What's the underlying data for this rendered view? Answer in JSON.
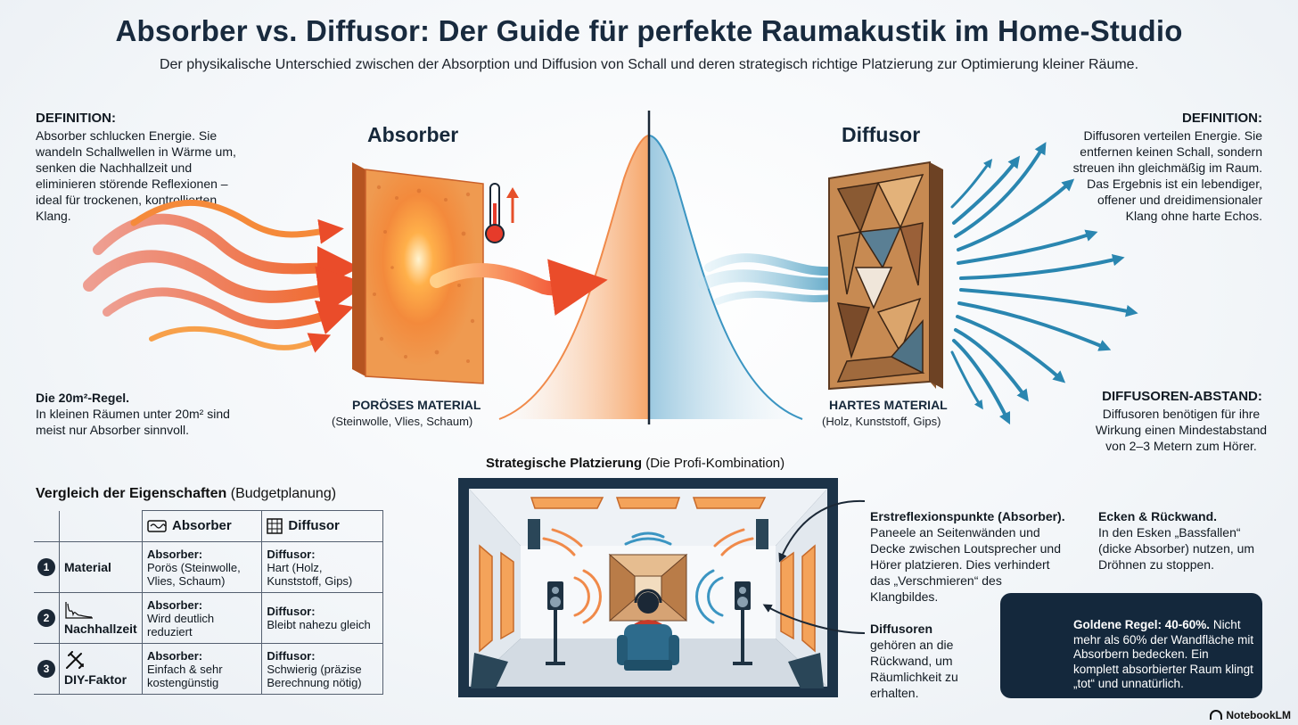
{
  "title": "Absorber vs. Diffusor: Der Guide für perfekte Raumakustik im Home-Studio",
  "subtitle": "Der physikalische Unterschied zwischen der Absorption und Diffusion von Schall und deren strategisch richtige Platzierung zur Optimierung kleiner Räume.",
  "colors": {
    "absorber_accent": "#f05a28",
    "diffusor_accent": "#2a86b0",
    "navy": "#14283c"
  },
  "absorber": {
    "heading": "Absorber",
    "definition_title": "DEFINITION:",
    "definition_text": "Absorber schlucken Energie. Sie wandeln Schallwellen in Wärme um, senken die Nachhallzeit und eliminieren störende Reflexionen – ideal für trockenen, kontrollierten Klang.",
    "material_title": "PORÖSES MATERIAL",
    "material_sub": "(Steinwolle, Vlies, Schaum)",
    "rule_title": "Die 20m²-Regel.",
    "rule_text": "In kleinen Räumen unter 20m² sind meist nur Absorber sinnvoll.",
    "icon": "thermometer-icon"
  },
  "diffusor": {
    "heading": "Diffusor",
    "definition_title": "DEFINITION:",
    "definition_text": "Diffusoren verteilen Energie. Sie entfernen keinen Schall, sondern streuen ihn gleichmäßig im Raum. Das Ergebnis ist ein lebendiger, offener und dreidimensionaler Klang ohne harte Echos.",
    "material_title": "HARTES MATERIAL",
    "material_sub": "(Holz, Kunststoff, Gips)",
    "distance_title": "DIFFUSOREN-ABSTAND:",
    "distance_text": "Diffusoren benötigen für ihre Wirkung einen Mindestabstand von 2–3 Metern zum Hörer."
  },
  "comparison": {
    "heading_bold": "Vergleich der Eigenschaften",
    "heading_rest": " (Budgetplanung)",
    "col_absorber": "Absorber",
    "col_diffusor": "Diffusor",
    "rows": [
      {
        "num": "1",
        "label": "Material",
        "icon": "",
        "absorber_label": "Absorber:",
        "absorber_text": "Porös (Steinwolle, Vlies, Schaum)",
        "diffusor_label": "Diffusor:",
        "diffusor_text": "Hart (Holz, Kunststoff, Gips)"
      },
      {
        "num": "2",
        "label": "Nachhallzeit",
        "icon": "decay-curve-icon",
        "absorber_label": "Absorber:",
        "absorber_text": "Wird deutlich reduziert",
        "diffusor_label": "Diffusor:",
        "diffusor_text": "Bleibt nahezu gleich"
      },
      {
        "num": "3",
        "label": "DIY-Faktor",
        "icon": "tools-icon",
        "absorber_label": "Absorber:",
        "absorber_text": "Einfach & sehr kostengünstig",
        "diffusor_label": "Diffusor:",
        "diffusor_text": "Schwierig (präzise Berechnung nötig)"
      }
    ]
  },
  "placement": {
    "heading_bold": "Strategische Platzierung",
    "heading_rest": " (Die Profi-Kombination)",
    "first_reflection_title": "Erstreflexionspunkte (Absorber).",
    "first_reflection_text": "Paneele an Seitenwänden und Decke zwischen Loutsprecher und Hörer platzieren. Dies verhindert das „Verschmieren“ des Klangbildes.",
    "corners_title": "Ecken & Rückwand.",
    "corners_text": "In den Esken „Bassfallen“ (dicke Absorber) nutzen, um Dröhnen zu stoppen.",
    "diffusor_note_bold": "Diffusoren",
    "diffusor_note_rest": " gehören an die Rückwand, um Räumlichkeit zu erhalten."
  },
  "golden_rule": {
    "title": "Goldene Regel: 40-60%.",
    "text": " Nicht mehr als 60% der Wandfläche mit Absorbern bedecken. Ein komplett absorbierter Raum klingt „tot“ und unnatürlich.",
    "icon": "balance-scale-icon"
  },
  "brand": "NotebookLM"
}
